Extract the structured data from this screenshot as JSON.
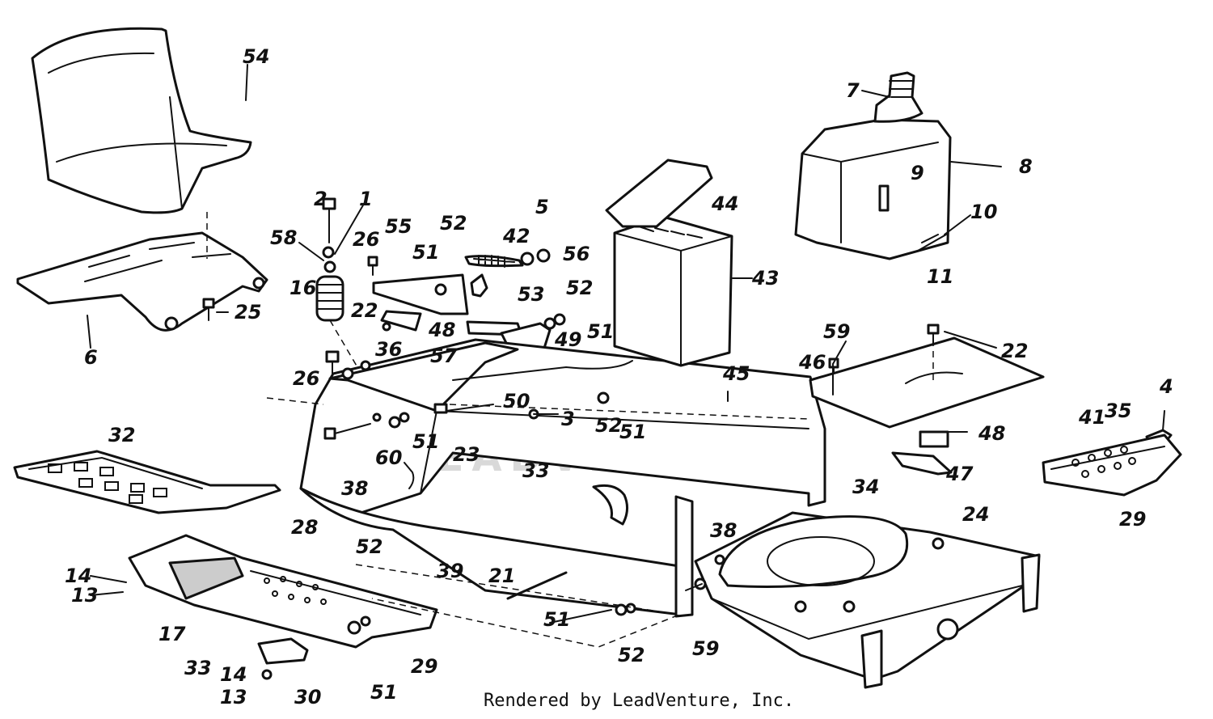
{
  "watermark": "LEADVENTURE",
  "credit": "Rendered by LeadVenture, Inc.",
  "callouts": {
    "c54": "54",
    "c6": "6",
    "c25": "25",
    "c58": "58",
    "c2": "2",
    "c1": "1",
    "c16": "16",
    "c26a": "26",
    "c26b": "26",
    "c55": "55",
    "c52a": "52",
    "c51a": "51",
    "c42": "42",
    "c5": "5",
    "c56": "56",
    "c53": "53",
    "c22a": "22",
    "c36": "36",
    "c48a": "48",
    "c57": "57",
    "c49": "49",
    "c52b": "52",
    "c51b": "51",
    "c44": "44",
    "c43": "43",
    "c7": "7",
    "c8": "8",
    "c9": "9",
    "c10": "10",
    "c11": "11",
    "c50": "50",
    "c3": "3",
    "c52c": "52",
    "c51c": "51",
    "c45": "45",
    "c59a": "59",
    "c46": "46",
    "c22b": "22",
    "c48b": "48",
    "c47": "47",
    "c4": "4",
    "c41": "41",
    "c35": "35",
    "c29a": "29",
    "c32": "32",
    "c23": "23",
    "c33a": "33",
    "c51d": "51",
    "c60": "60",
    "c38a": "38",
    "c34": "34",
    "c24": "24",
    "c28": "28",
    "c52d": "52",
    "c14a": "14",
    "c13a": "13",
    "c17": "17",
    "c39": "39",
    "c21": "21",
    "c38b": "38",
    "c51e": "51",
    "c52e": "52",
    "c59b": "59",
    "c33b": "33",
    "c14b": "14",
    "c13b": "13",
    "c30": "30",
    "c51f": "51",
    "c29b": "29"
  }
}
